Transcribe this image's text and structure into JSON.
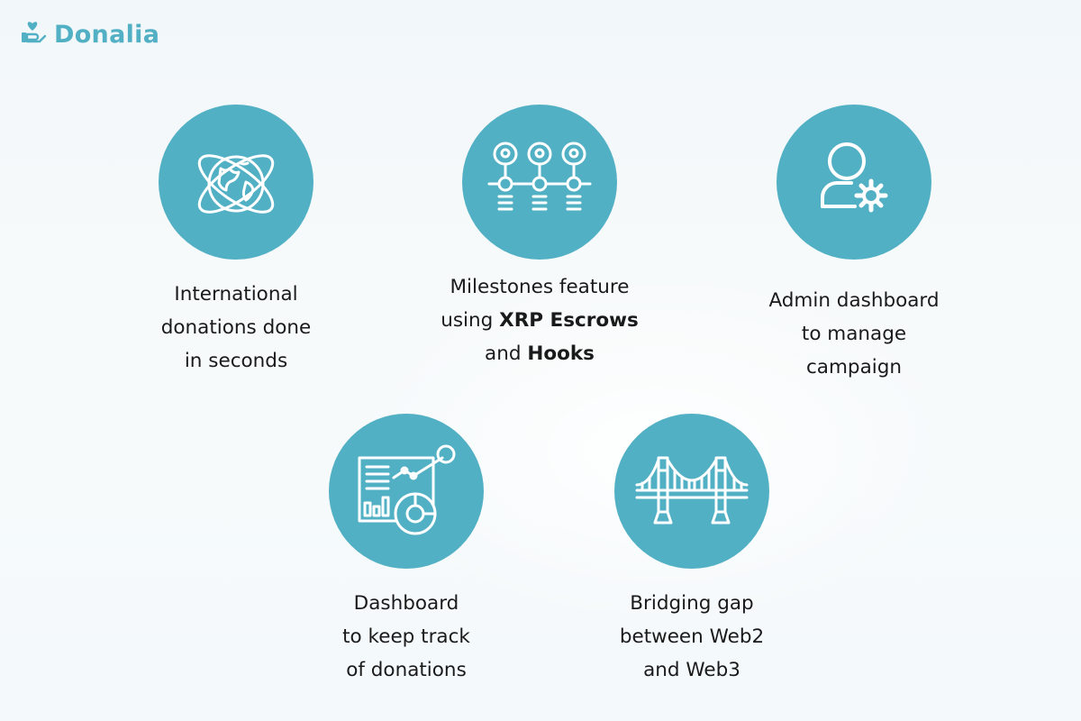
{
  "brand": {
    "name": "Donalia"
  },
  "features": [
    {
      "lines": [
        "International",
        "donations done",
        "in seconds"
      ]
    },
    {
      "line1": "Milestones feature",
      "line2_prefix": "using ",
      "line2_bold": "XRP Escrows",
      "line3_prefix": "and ",
      "line3_bold": "Hooks"
    },
    {
      "lines": [
        "Admin dashboard",
        "to manage",
        "campaign"
      ]
    },
    {
      "lines": [
        "Dashboard",
        "to keep track",
        "of donations"
      ]
    },
    {
      "lines": [
        "Bridging gap",
        "between Web2",
        "and Web3"
      ]
    }
  ],
  "icons": [
    "globe-orbit-icon",
    "milestones-pins-icon",
    "admin-user-gear-icon",
    "analytics-dashboard-icon",
    "bridge-icon"
  ],
  "colors": {
    "accent": "#52b0c4",
    "text": "#1a1a1a",
    "icon_stroke": "#ffffff"
  }
}
